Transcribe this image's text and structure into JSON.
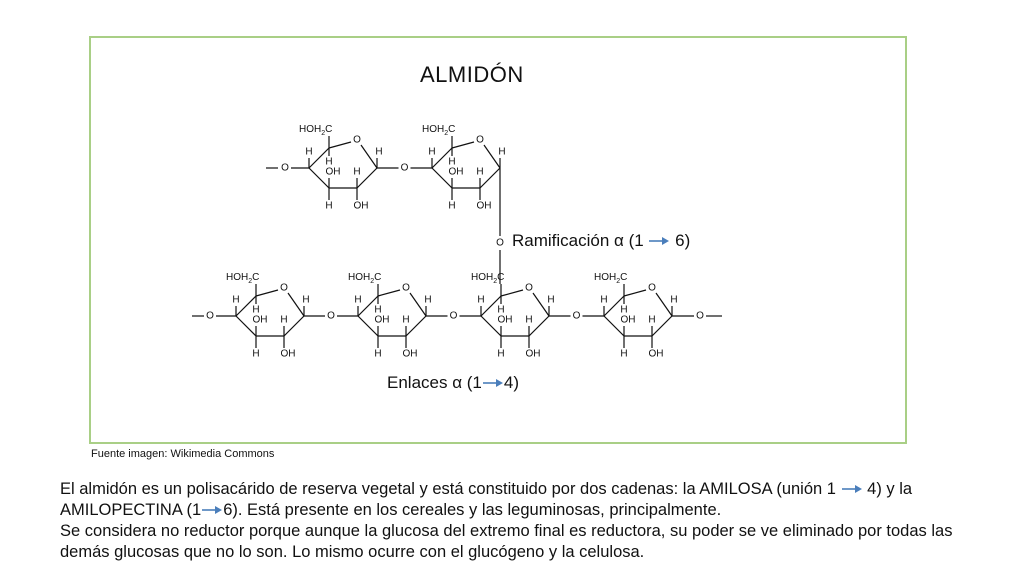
{
  "slide": {
    "title": "ALMIDÓN",
    "source": "Fuente imagen: Wikimedia Commons"
  },
  "diagram": {
    "atom_labels": {
      "hoh2c_pre": "HOH",
      "hoh2c_sub": "2",
      "hoh2c_post": "C",
      "hydrogen": "H",
      "hydroxyl": "OH",
      "oxygen": "O"
    },
    "ramification_label_pre": "Ramificación α (1",
    "ramification_label_post": "6)",
    "links_label_pre": "Enlaces α (1",
    "links_label_post": "4)"
  },
  "paragraph": {
    "p1_a": "El almidón es un polisacárido de reserva vegetal y está constituido por dos cadenas: la AMILOSA (unión 1",
    "p1_b": "4) y la AMILOPECTINA (1",
    "p1_c": "6). Está presente en los cereales y las leguminosas, principalmente.",
    "p2": "Se considera no reductor porque aunque la glucosa del extremo final es reductora, su poder se ve eliminado por todas las demás glucosas que no lo son. Lo mismo ocurre con el glucógeno y la celulosa."
  },
  "colors": {
    "frame_border": "#a9cf86",
    "arrow": "#4a7ebb",
    "text": "#111111"
  }
}
